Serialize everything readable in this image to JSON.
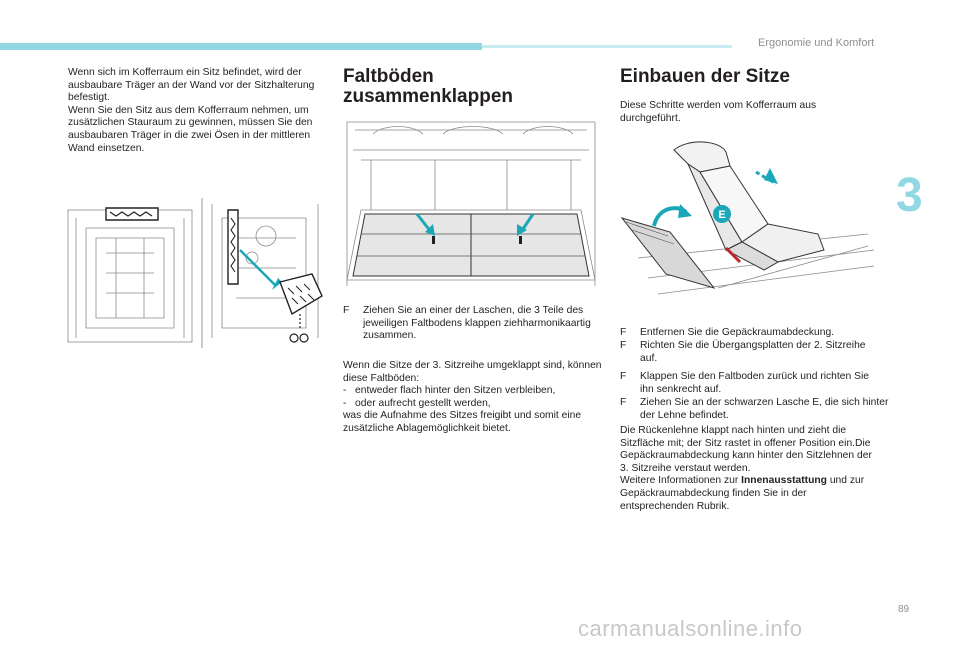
{
  "header": {
    "section_title": "Ergonomie und Komfort",
    "chapter_number": "3",
    "page_number": "89"
  },
  "watermark": "carmanualsonline.info",
  "col1": {
    "paragraph": "Wenn sich im Kofferraum ein Sitz befindet, wird der ausbaubare Träger an der Wand vor der Sitzhalterung befestigt.\nWenn Sie den Sitz aus dem Kofferraum nehmen, um zusätzlichen Stauraum zu gewinnen, müssen Sie den ausbaubaren Träger in die zwei Ösen in der mittleren Wand einsetzen."
  },
  "col2": {
    "heading": "Faltböden zusammenklappen",
    "bullet_mark": "F",
    "bullet_text": "Ziehen Sie an einer der Laschen, die 3 Teile des jeweiligen Faltbodens klappen ziehharmonikaartig zusammen.",
    "paragraph": "Wenn die Sitze der 3. Sitzreihe umgeklappt sind, können diese Faltböden:\n-   entweder flach hinter den Sitzen verbleiben,\n-   oder aufrecht gestellt werden,\nwas die Aufnahme des Sitzes freigibt und somit eine zusätzliche Ablagemöglichkeit bietet."
  },
  "col3": {
    "heading": "Einbauen der Sitze",
    "intro": "Diese Schritte werden vom Kofferraum aus durchgeführt.",
    "label_e": "E",
    "bullets": [
      "Entfernen Sie die Gepäckraumabdeckung.",
      "Richten Sie die Übergangsplatten der 2. Sitzreihe auf.",
      "Klappen Sie den Faltboden zurück und richten Sie ihn senkrecht auf.",
      "Ziehen Sie an der schwarzen Lasche E, die sich hinter der Lehne befindet."
    ],
    "paragraph_plain": "Die Rückenlehne klappt nach hinten und zieht die Sitzfläche mit; der Sitz rastet in offener Position ein.Die Gepäckraumabdeckung kann hinter den Sitzlehnen der 3. Sitzreihe verstaut werden.\nWeitere Informationen zur ",
    "paragraph_bold": "Innenausstattung",
    "paragraph_end": " und zur Gepäckraumabdeckung finden Sie in der entsprechenden Rubrik."
  },
  "colors": {
    "accent": "#8fd8e4",
    "teal": "#1aa7b7",
    "text": "#231f20",
    "red": "#c0272d"
  }
}
